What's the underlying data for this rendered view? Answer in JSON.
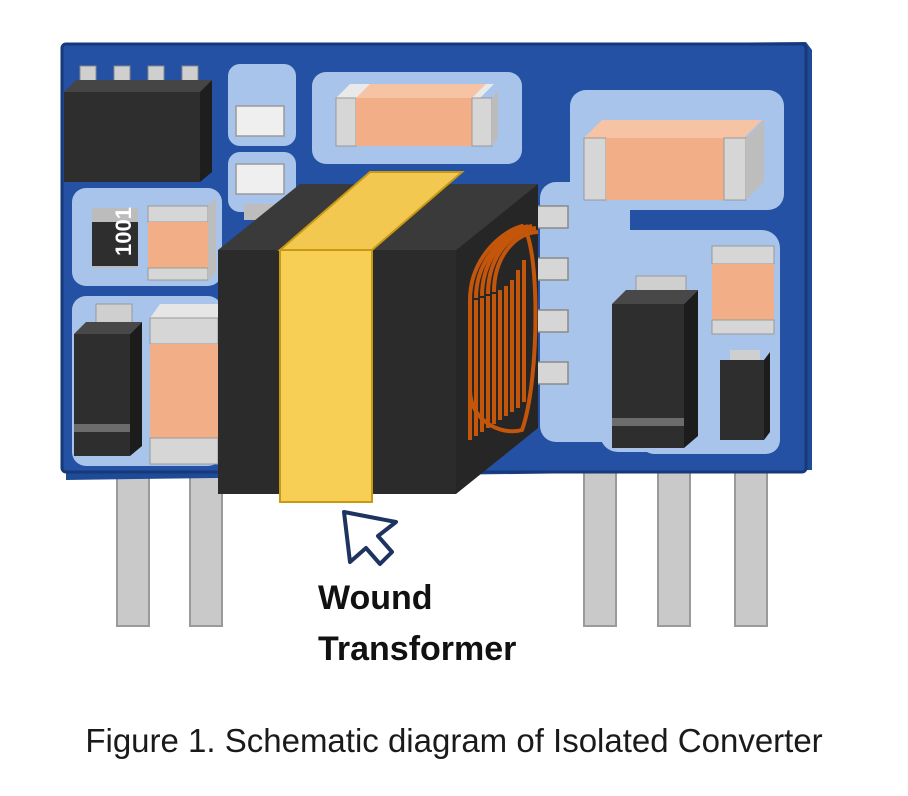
{
  "components": {
    "resistor_marking": "1001"
  },
  "callout": {
    "line1": "Wound",
    "line2": "Transformer"
  },
  "caption": "Figure 1. Schematic diagram of Isolated Converter",
  "colors": {
    "pcb_blue": "#2451a4",
    "pad_light_blue": "#a9c4ea",
    "chip_black": "#2e2e2e",
    "capacitor_peach": "#f2ae86",
    "core_yellow": "#f7cf55",
    "winding_copper": "#c4560b",
    "pin_gray": "#c7c7c7"
  }
}
